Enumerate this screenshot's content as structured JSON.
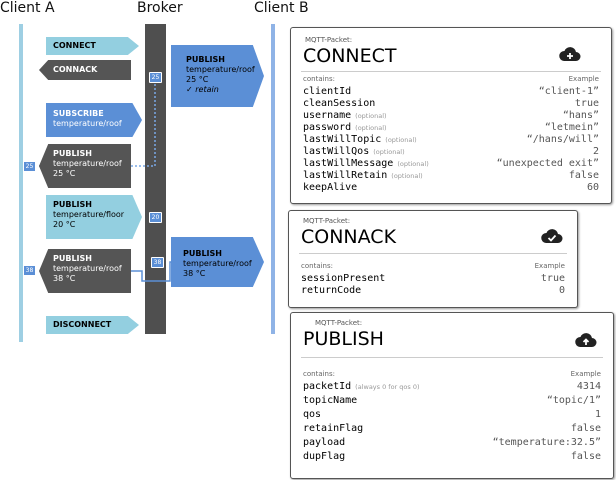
{
  "headers": {
    "client_a": "Client A",
    "broker": "Broker",
    "client_b": "Client B"
  },
  "left_messages": [
    {
      "title": "CONNECT",
      "sub": []
    },
    {
      "title": "CONNACK",
      "sub": []
    },
    {
      "title": "SUBSCRIBE",
      "sub": [
        "temperature/roof"
      ]
    },
    {
      "title": "PUBLISH",
      "sub": [
        "temperature/roof",
        "25 °C"
      ]
    },
    {
      "title": "PUBLISH",
      "sub": [
        "temperature/floor",
        "20 °C"
      ]
    },
    {
      "title": "PUBLISH",
      "sub": [
        "temperature/roof",
        "38 °C"
      ]
    },
    {
      "title": "DISCONNECT",
      "sub": []
    }
  ],
  "right_messages": [
    {
      "title": "PUBLISH",
      "sub": [
        "temperature/roof",
        "25 °C",
        "✓ retain"
      ]
    },
    {
      "title": "PUBLISH",
      "sub": [
        "temperature/roof",
        "38 °C"
      ]
    }
  ],
  "bubbles": {
    "b25a": "25",
    "b25b": "25",
    "b20": "20",
    "b38a": "38",
    "b38b": "38"
  },
  "cards": [
    {
      "kind": "MQTT-Packet:",
      "name": "CONNECT",
      "contains": "contains:",
      "example": "Example",
      "rows": [
        {
          "field": "clientId",
          "opt": "",
          "value": "“client-1”"
        },
        {
          "field": "cleanSession",
          "opt": "",
          "value": "true"
        },
        {
          "field": "username",
          "opt": "(optional)",
          "value": "“hans”"
        },
        {
          "field": "password",
          "opt": "(optional)",
          "value": "“letmein”"
        },
        {
          "field": "lastWillTopic",
          "opt": "(optional)",
          "value": "“/hans/will”"
        },
        {
          "field": "lastWillQos",
          "opt": "(optional)",
          "value": "2"
        },
        {
          "field": "lastWillMessage",
          "opt": "(optional)",
          "value": "“unexpected exit”"
        },
        {
          "field": "lastWillRetain",
          "opt": "(optional)",
          "value": "false"
        },
        {
          "field": "keepAlive",
          "opt": "",
          "value": "60"
        }
      ]
    },
    {
      "kind": "MQTT-Packet:",
      "name": "CONNACK",
      "contains": "contains:",
      "example": "Example",
      "rows": [
        {
          "field": "sessionPresent",
          "opt": "",
          "value": "true"
        },
        {
          "field": "returnCode",
          "opt": "",
          "value": "0"
        }
      ]
    },
    {
      "kind": "MQTT-Packet:",
      "name": "PUBLISH",
      "contains": "contains:",
      "example": "Example",
      "rows": [
        {
          "field": "packetId",
          "opt": "(always 0 for qos 0)",
          "value": "4314"
        },
        {
          "field": "topicName",
          "opt": "",
          "value": "“topic/1”"
        },
        {
          "field": "qos",
          "opt": "",
          "value": "1"
        },
        {
          "field": "retainFlag",
          "opt": "",
          "value": "false"
        },
        {
          "field": "payload",
          "opt": "",
          "value": "“temperature:32.5”"
        },
        {
          "field": "dupFlag",
          "opt": "",
          "value": "false"
        }
      ]
    }
  ],
  "colors": {
    "lane": "#9ecfe3",
    "broker": "#4f4f4f",
    "cyan_msg": "#93cfe0",
    "blue_msg": "#5b8fd6",
    "dark_msg": "#555555"
  },
  "icons": {
    "connect": "cloud-plus-icon",
    "connack": "cloud-check-icon",
    "publish": "cloud-upload-icon"
  }
}
